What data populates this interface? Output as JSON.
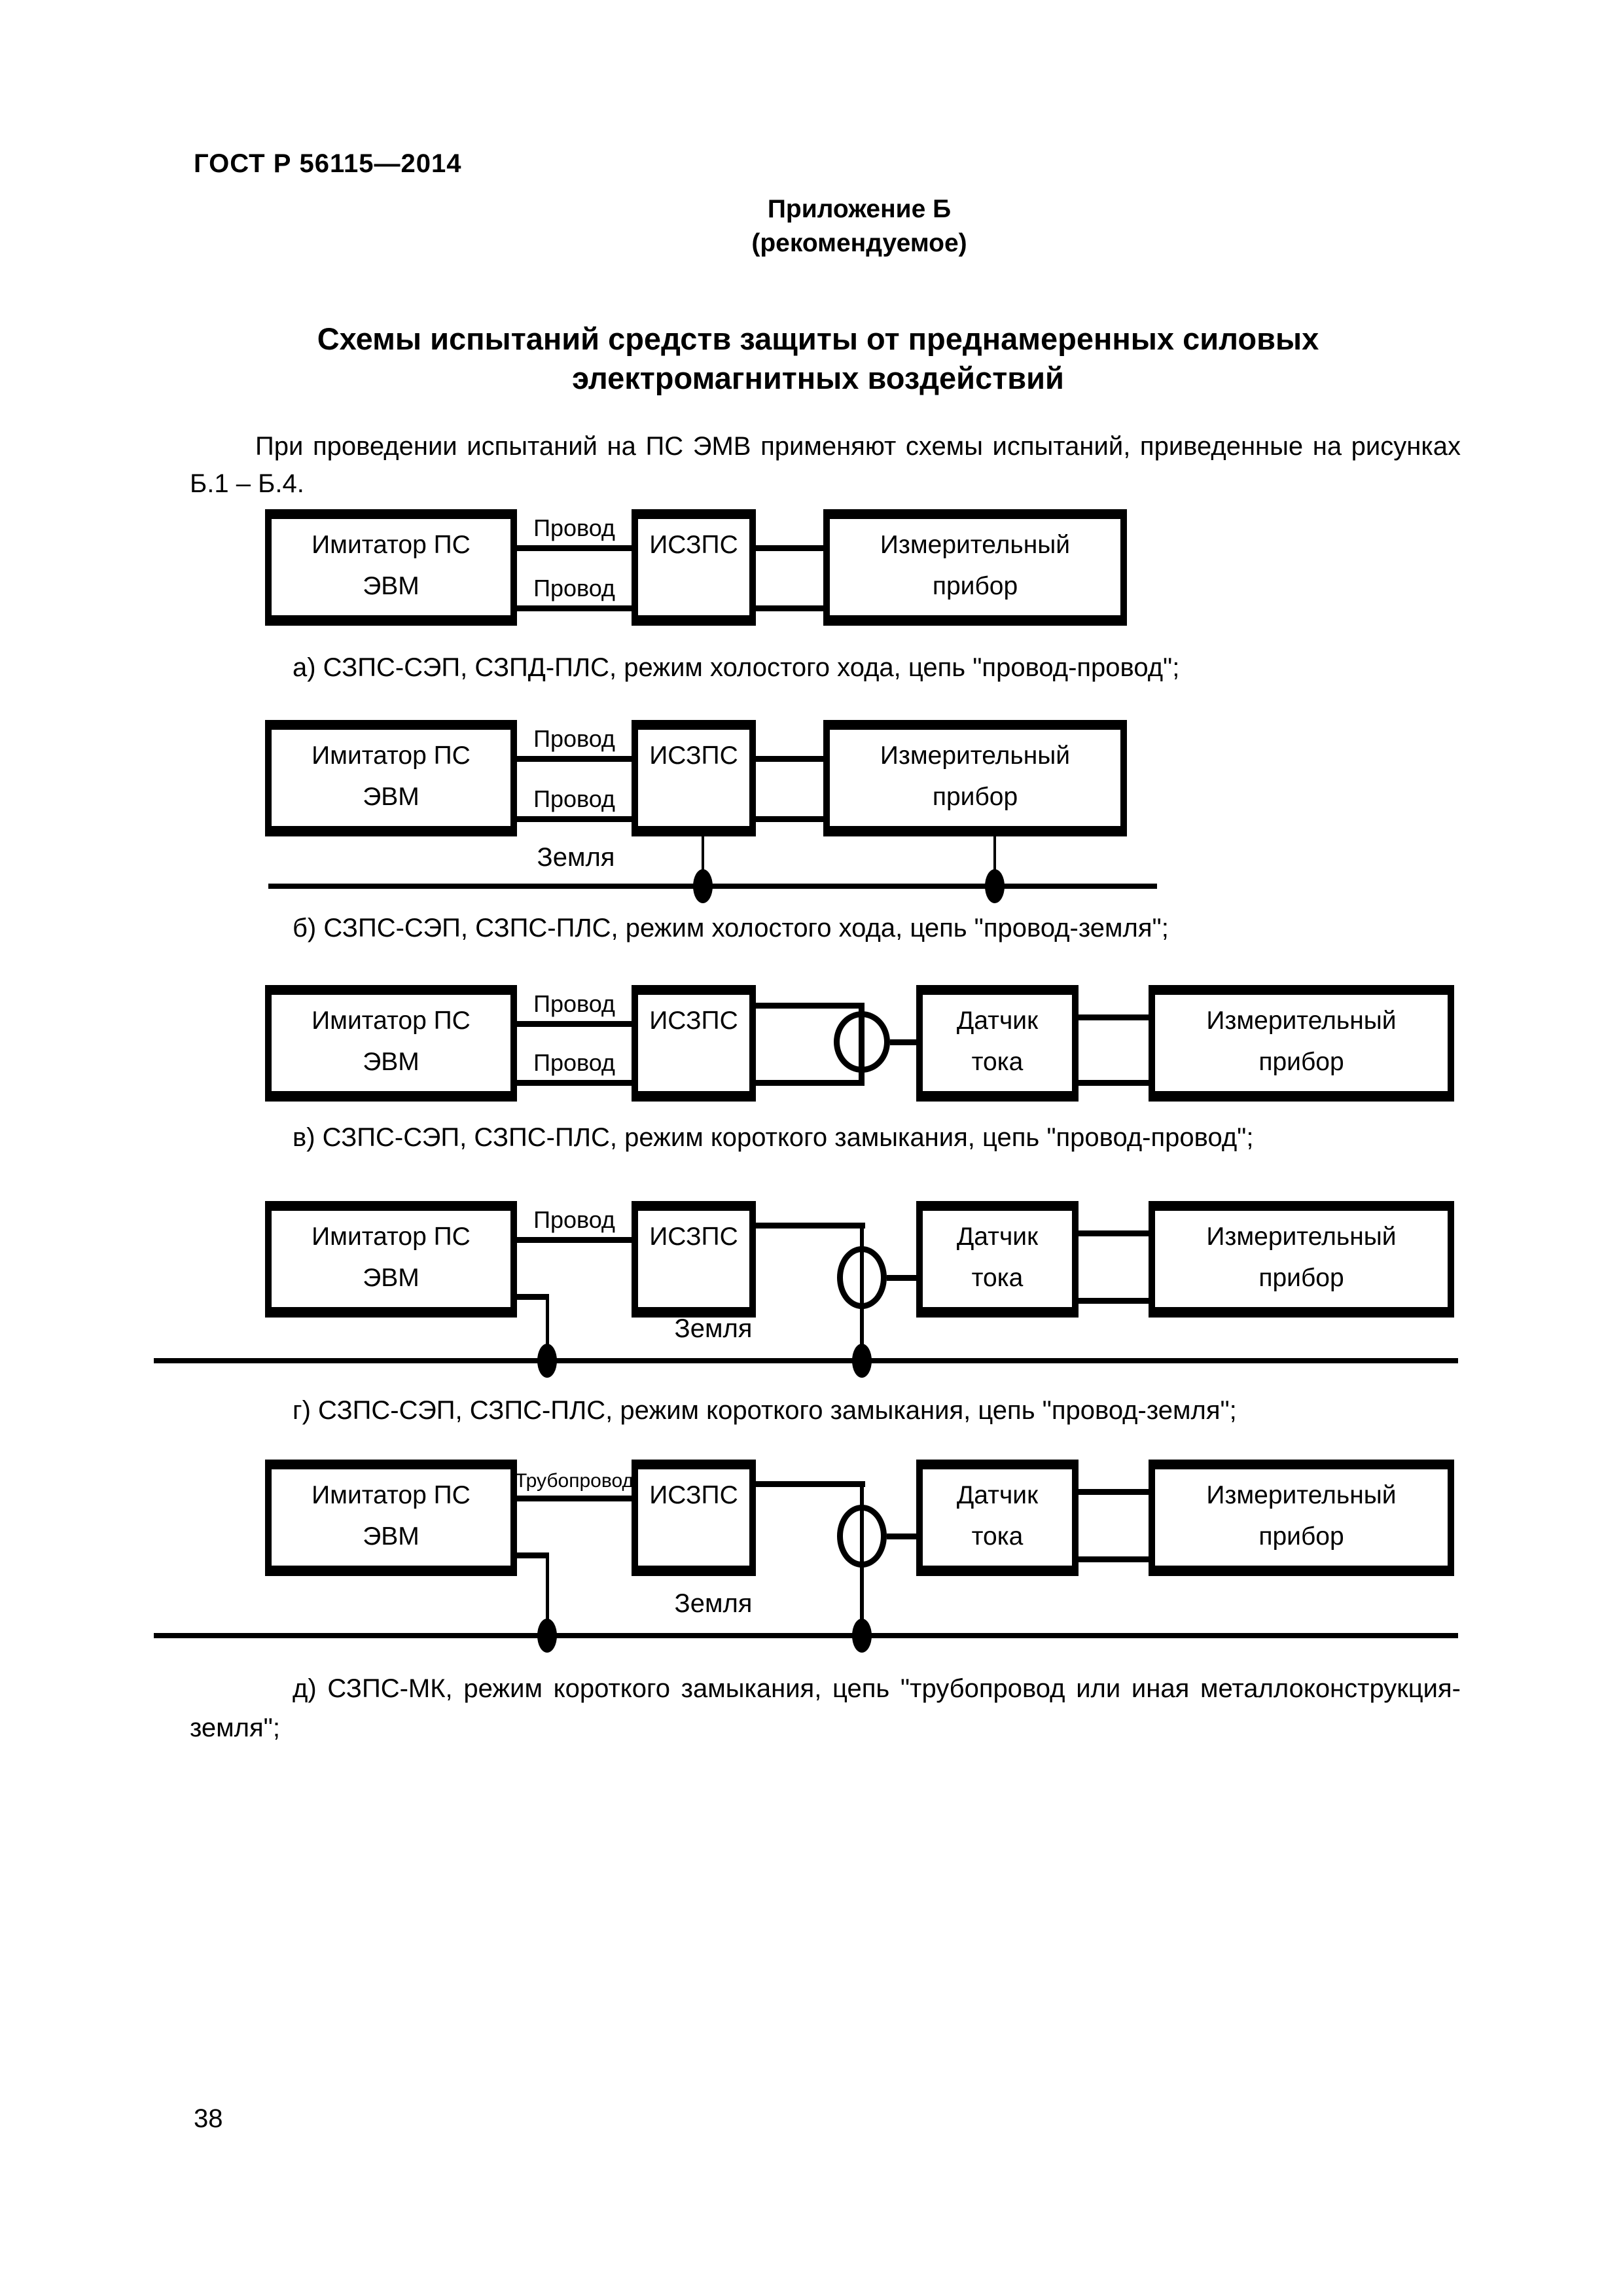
{
  "page": {
    "standard_number": "ГОСТ Р 56115—2014",
    "page_number": "38",
    "appendix": {
      "label": "Приложение Б",
      "type": "(рекомендуемое)"
    },
    "title": {
      "line1": "Схемы испытаний средств защиты от преднамеренных силовых",
      "line2": "электромагнитных воздействий"
    },
    "intro": {
      "line1": "При проведении испытаний на ПС ЭМВ применяют схемы испытаний, приведенные на рисунках",
      "line2": "Б.1 – Б.4."
    }
  },
  "blocks": {
    "simulator_line1": "Имитатор ПС",
    "simulator_line2": "ЭВМ",
    "protector": "ИСЗПС",
    "meter_line1": "Измерительный",
    "meter_line2": "прибор",
    "sensor_line1": "Датчик",
    "sensor_line2": "тока"
  },
  "wire_labels": {
    "wire": "Провод",
    "pipe": "Трубопровод",
    "ground": "Земля"
  },
  "captions": {
    "a": "а) СЗПС-СЭП, СЗПД-ПЛС, режим холостого хода, цепь \"провод-провод\";",
    "b": "б) СЗПС-СЭП, СЗПС-ПЛС, режим холостого хода, цепь \"провод-земля\";",
    "v": "в) СЗПС-СЭП, СЗПС-ПЛС, режим короткого замыкания, цепь \"провод-провод\";",
    "g": "г) СЗПС-СЭП, СЗПС-ПЛС, режим короткого замыкания, цепь \"провод-земля\";",
    "d_line1": "д) СЗПС-МК, режим короткого замыкания, цепь \"трубопровод или иная металлоконструкция-",
    "d_line2": "земля\";"
  }
}
